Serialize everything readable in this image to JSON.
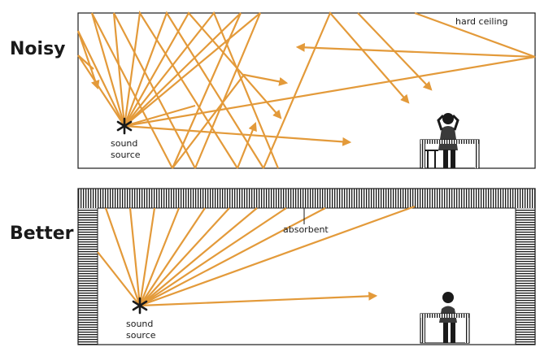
{
  "panels": {
    "noisy": {
      "title": "Noisy",
      "ceiling_label": "hard ceiling",
      "source_label_1": "sound",
      "source_label_2": "source"
    },
    "better": {
      "title": "Better",
      "absorbent_label": "absorbent",
      "source_label_1": "sound",
      "source_label_2": "source"
    }
  },
  "colors": {
    "ray": "#e39a3a",
    "ink": "#1a1a1a"
  }
}
